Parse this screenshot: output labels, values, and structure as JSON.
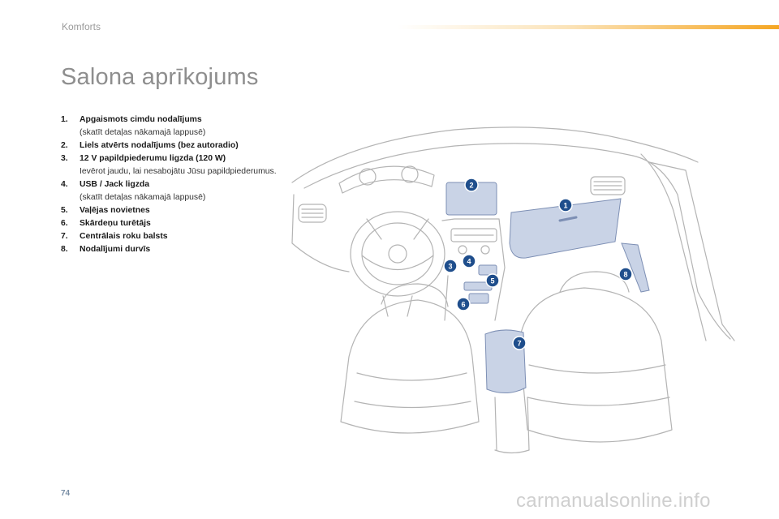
{
  "header": {
    "section": "Komforts",
    "title": "Salona aprīkojums"
  },
  "items": [
    {
      "num": "1.",
      "label": "Apgaismots cimdu nodalījums",
      "note": "(skatīt detaļas nākamajā lappusē)"
    },
    {
      "num": "2.",
      "label": "Liels atvērts nodalījums (bez autoradio)",
      "note": ""
    },
    {
      "num": "3.",
      "label": "12 V papildpiederumu ligzda (120 W)",
      "note": "Ievērot jaudu, lai nesabojātu Jūsu papildpiederumus."
    },
    {
      "num": "4.",
      "label": "USB / Jack ligzda",
      "note": "(skatīt detaļas nākamajā lappusē)"
    },
    {
      "num": "5.",
      "label": "Vaļējas novietnes",
      "note": ""
    },
    {
      "num": "6.",
      "label": "Skārdeņu turētājs",
      "note": ""
    },
    {
      "num": "7.",
      "label": "Centrālais roku balsts",
      "note": ""
    },
    {
      "num": "8.",
      "label": "Nodalījumi durvīs",
      "note": ""
    }
  ],
  "callouts": [
    "1",
    "2",
    "3",
    "4",
    "5",
    "6",
    "7",
    "8"
  ],
  "footer": {
    "page_number": "74",
    "watermark": "carmanualsonline.info"
  },
  "colors": {
    "callout_fill": "#1f4e8c",
    "highlight_fill": "#c9d3e6",
    "accent_bar": "#f5a623"
  }
}
